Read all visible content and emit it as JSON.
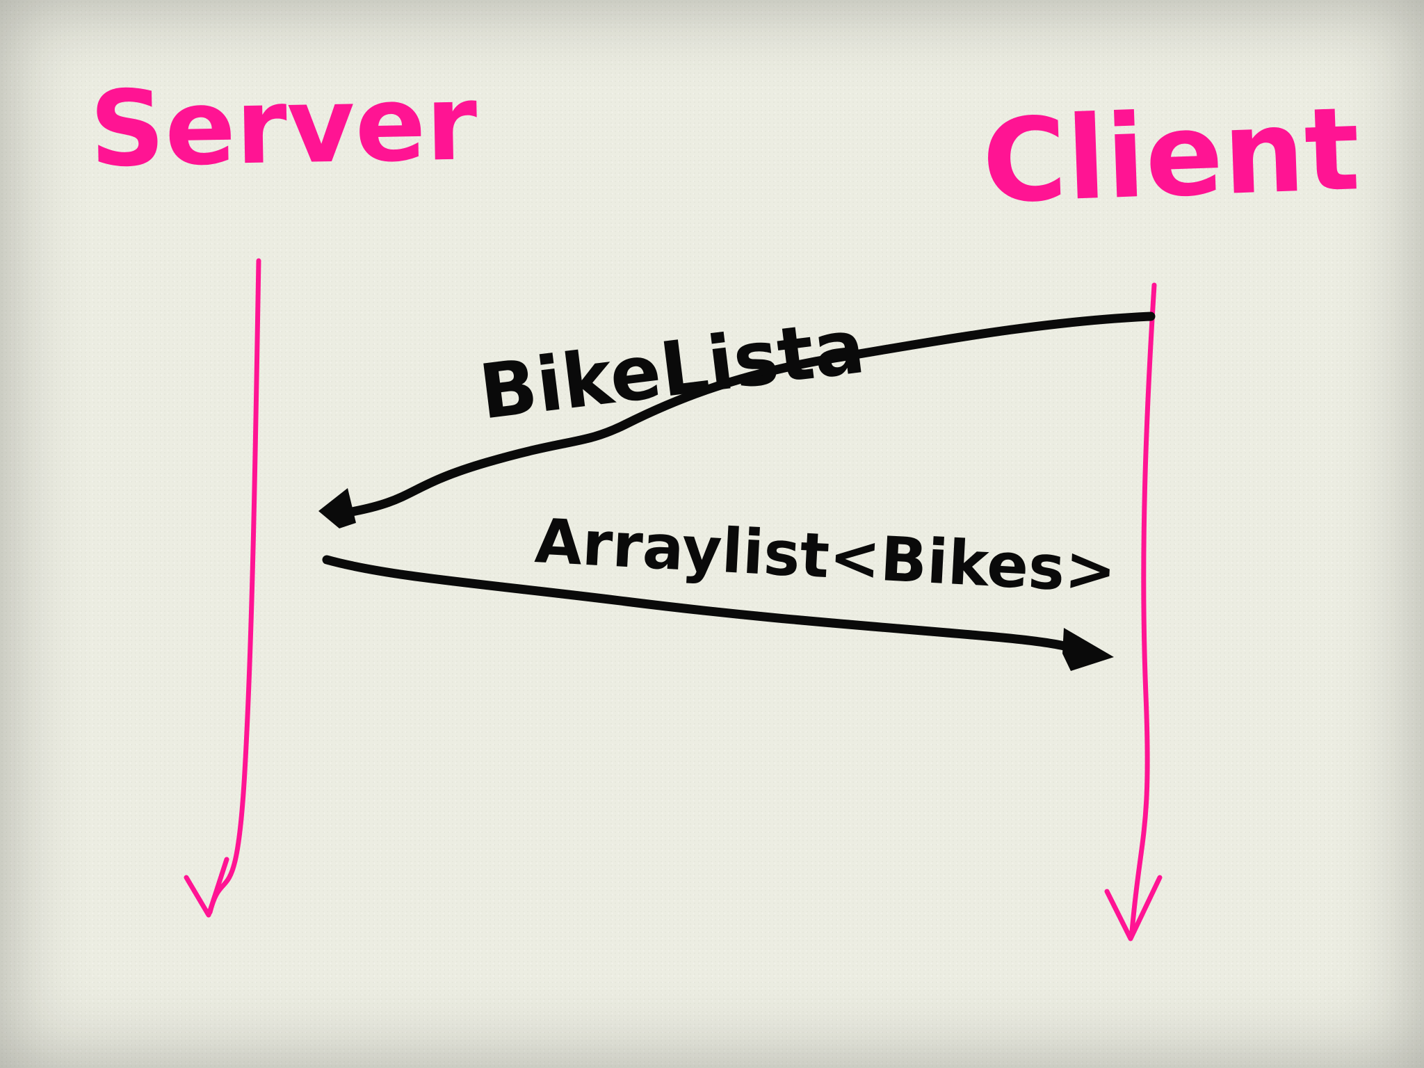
{
  "participants": {
    "server": "Server",
    "client": "Client"
  },
  "messages": {
    "request": "BikeLista",
    "response": "Arraylist<Bikes>"
  },
  "colors": {
    "lifeline": "#ff1493",
    "ink": "#0a0a0a",
    "paper": "#ecede2"
  }
}
